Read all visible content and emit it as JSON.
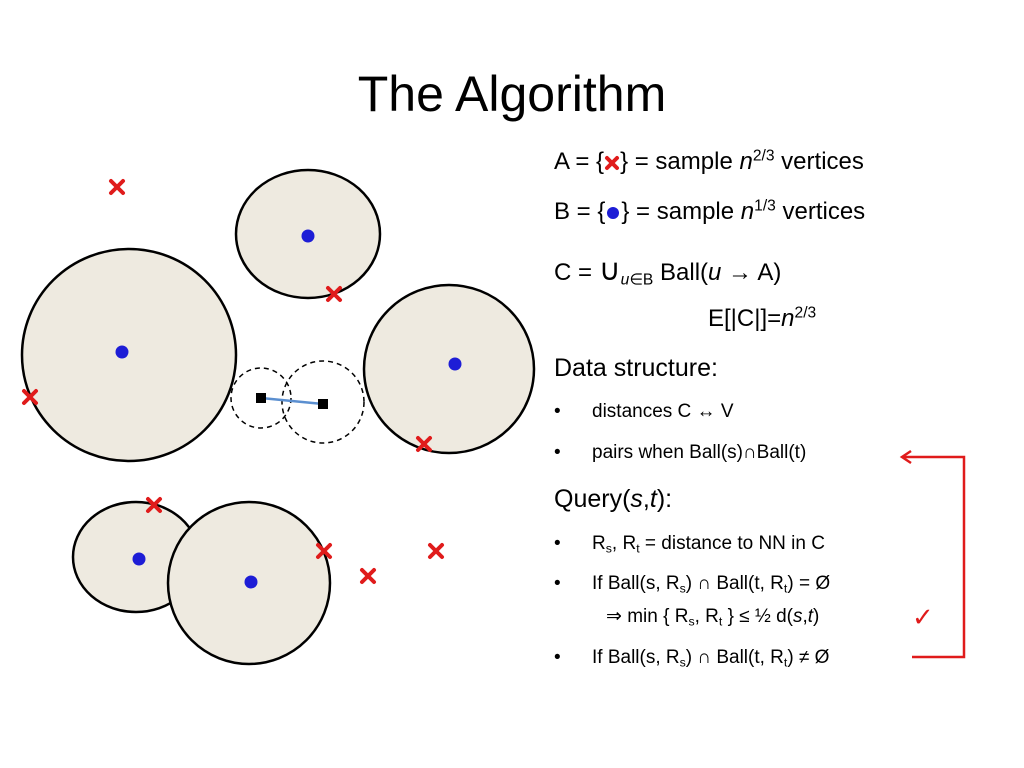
{
  "title": "The Algorithm",
  "colors": {
    "ball_fill": "#eeeae0",
    "center_dot": "#1d1dd6",
    "sample_x": "#e01b1b",
    "bracket": "#e01b1b",
    "query_segment": "#5b8fd0"
  },
  "definitions": {
    "a": {
      "prefix": "A = {",
      "suffix": "} = sample ",
      "var": "n",
      "exp": "2/3",
      "tail": " vertices",
      "icon": "red-x-icon"
    },
    "b": {
      "prefix": "B = {",
      "suffix": "} = sample ",
      "var": "n",
      "exp": "1/3",
      "tail": " vertices",
      "icon": "blue-dot-icon"
    },
    "c": {
      "prefix": "C = ",
      "union": "∪",
      "sub_var": "u",
      "sub_rest": "∈B",
      "rest": " Ball(",
      "var": "u",
      "tail": " → A)"
    },
    "expectation": {
      "prefix": "E[|C|]=",
      "var": "n",
      "exp": "2/3"
    }
  },
  "data_structure": {
    "heading": "Data structure:",
    "bullets": [
      "distances C ↔ V",
      "pairs when Ball(s)∩Ball(t)"
    ]
  },
  "query": {
    "heading_prefix": "Query(",
    "s": "s",
    "comma": ",",
    "t": "t",
    "heading_suffix": "):",
    "bullet1": {
      "r": "R",
      "s": "s",
      "mid": ", R",
      "t": "t",
      "tail": " = distance to NN in C"
    },
    "bullet2": {
      "p1": "If Ball(s, R",
      "s1": "s",
      "p2": ") ∩ Ball(t, R",
      "s2": "t",
      "p3": ") = Ø"
    },
    "implication": {
      "p1": "⇒ min { R",
      "s1": "s",
      "p2": ", R",
      "s2": "t",
      "p3": " } ≤ ½ d(",
      "v1": "s",
      "p4": ",",
      "v2": "t",
      "p5": ")"
    },
    "bullet3": {
      "p1": "If Ball(s, R",
      "s1": "s",
      "p2": ") ∩ Ball(t, R",
      "s2": "t",
      "p3": ") ≠ Ø"
    },
    "bullet_symbol": "•",
    "checkmark": "✓"
  }
}
